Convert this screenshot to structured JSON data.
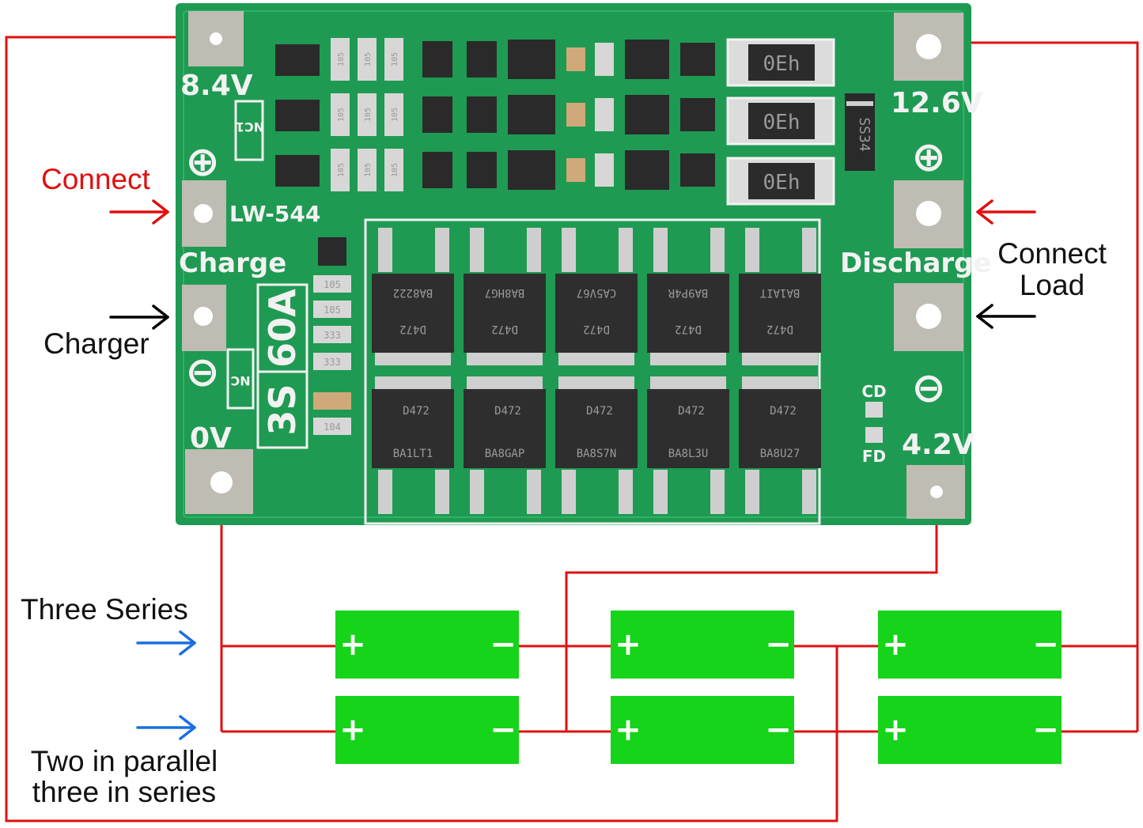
{
  "board": {
    "model_text": "LW-544",
    "rating_text": "60A",
    "series_text": "3S",
    "voltage_top_left": "8.4V",
    "voltage_top_right": "12.6V",
    "voltage_bottom_left": "0V",
    "voltage_bottom_right": "4.2V",
    "charge_text": "Charge",
    "discharge_text": "Discharge",
    "cd_text": "CD",
    "fd_text": "FD",
    "nc_text": "NC",
    "nc1_text": "NC1",
    "plus_symbol": "⊕",
    "minus_symbol": "⊖",
    "resistor_mark": "0Eh",
    "diode_mark": "SS34",
    "small_marks": [
      "105",
      "333",
      "104"
    ],
    "top_mosfet_marks": [
      "BA8222",
      "BA8HG7",
      "CA5V67",
      "BA9P4R",
      "BA1AIT"
    ],
    "bottom_mosfet_codes": [
      "BA1LT1",
      "BA8GAP",
      "BA8S7N",
      "BA8L3U",
      "BA8U27"
    ],
    "mosfet_part": "D472"
  },
  "labels": {
    "connect": "Connect",
    "charger": "Charger",
    "connect_load": [
      "Connect",
      "Load"
    ],
    "three_series": "Three Series",
    "parallel": [
      "Two in parallel",
      "three in series"
    ]
  },
  "battery": {
    "plus": "+",
    "minus": "−"
  },
  "colors": {
    "wire": "#e01010",
    "pcb": "#1f9a52",
    "pcb_dark": "#15803f",
    "battery": "#16d41a",
    "arrow_red": "#e01010",
    "arrow_black": "#000000",
    "arrow_blue": "#1a6fe0"
  }
}
